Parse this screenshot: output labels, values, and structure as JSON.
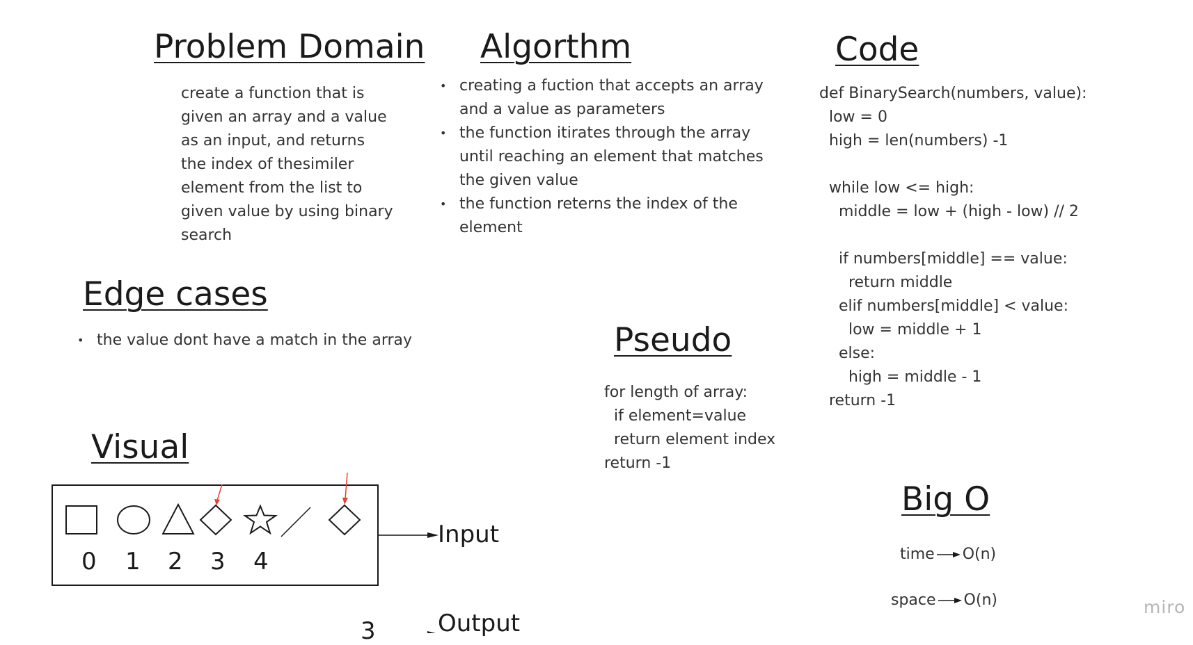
{
  "problem_domain": {
    "title": "Problem Domain",
    "lines": [
      "create a function that is",
      "given an array and a value",
      "as an input, and returns",
      "the index of thesimiler",
      "element from the list to",
      "given value by using binary",
      "search"
    ]
  },
  "algorithm": {
    "title": "Algorthm",
    "bullet": "•",
    "items": [
      {
        "lines": [
          "creating a fuction that accepts an array",
          "and a value as parameters"
        ]
      },
      {
        "lines": [
          "the function itirates through the array",
          "until reaching an element that matches",
          "the given value"
        ]
      },
      {
        "lines": [
          "the function reterns the index of the",
          "element"
        ]
      }
    ]
  },
  "code": {
    "title": "Code",
    "lines": [
      "def BinarySearch(numbers, value):",
      "  low = 0",
      "  high = len(numbers) -1",
      "",
      "  while low <= high:",
      "    middle = low + (high - low) // 2",
      "",
      "    if numbers[middle] == value:",
      "      return middle",
      "    elif numbers[middle] < value:",
      "      low = middle + 1",
      "    else:",
      "      high = middle - 1",
      "  return -1"
    ]
  },
  "edge_cases": {
    "title": "Edge cases",
    "bullet": "•",
    "items": [
      "the value dont have a match in the array"
    ]
  },
  "pseudo": {
    "title": "Pseudo",
    "lines": [
      "for length of array:",
      "  if element=value",
      "  return element index",
      "return -1"
    ]
  },
  "visual": {
    "title": "Visual",
    "indices": [
      "0",
      "1",
      "2",
      "3",
      "4"
    ],
    "shapes": [
      "square-icon",
      "circle-icon",
      "triangle-icon",
      "diamond-icon",
      "star-icon",
      "slash-icon",
      "diamond-icon"
    ],
    "input_label": "Input",
    "output_value": "3",
    "output_label": "Output",
    "arrow_color": "#e8412c"
  },
  "big_o": {
    "title": "Big O",
    "time_label": "time",
    "time_value": "O(n)",
    "space_label": "space",
    "space_value": "O(n)"
  },
  "watermark": "miro"
}
